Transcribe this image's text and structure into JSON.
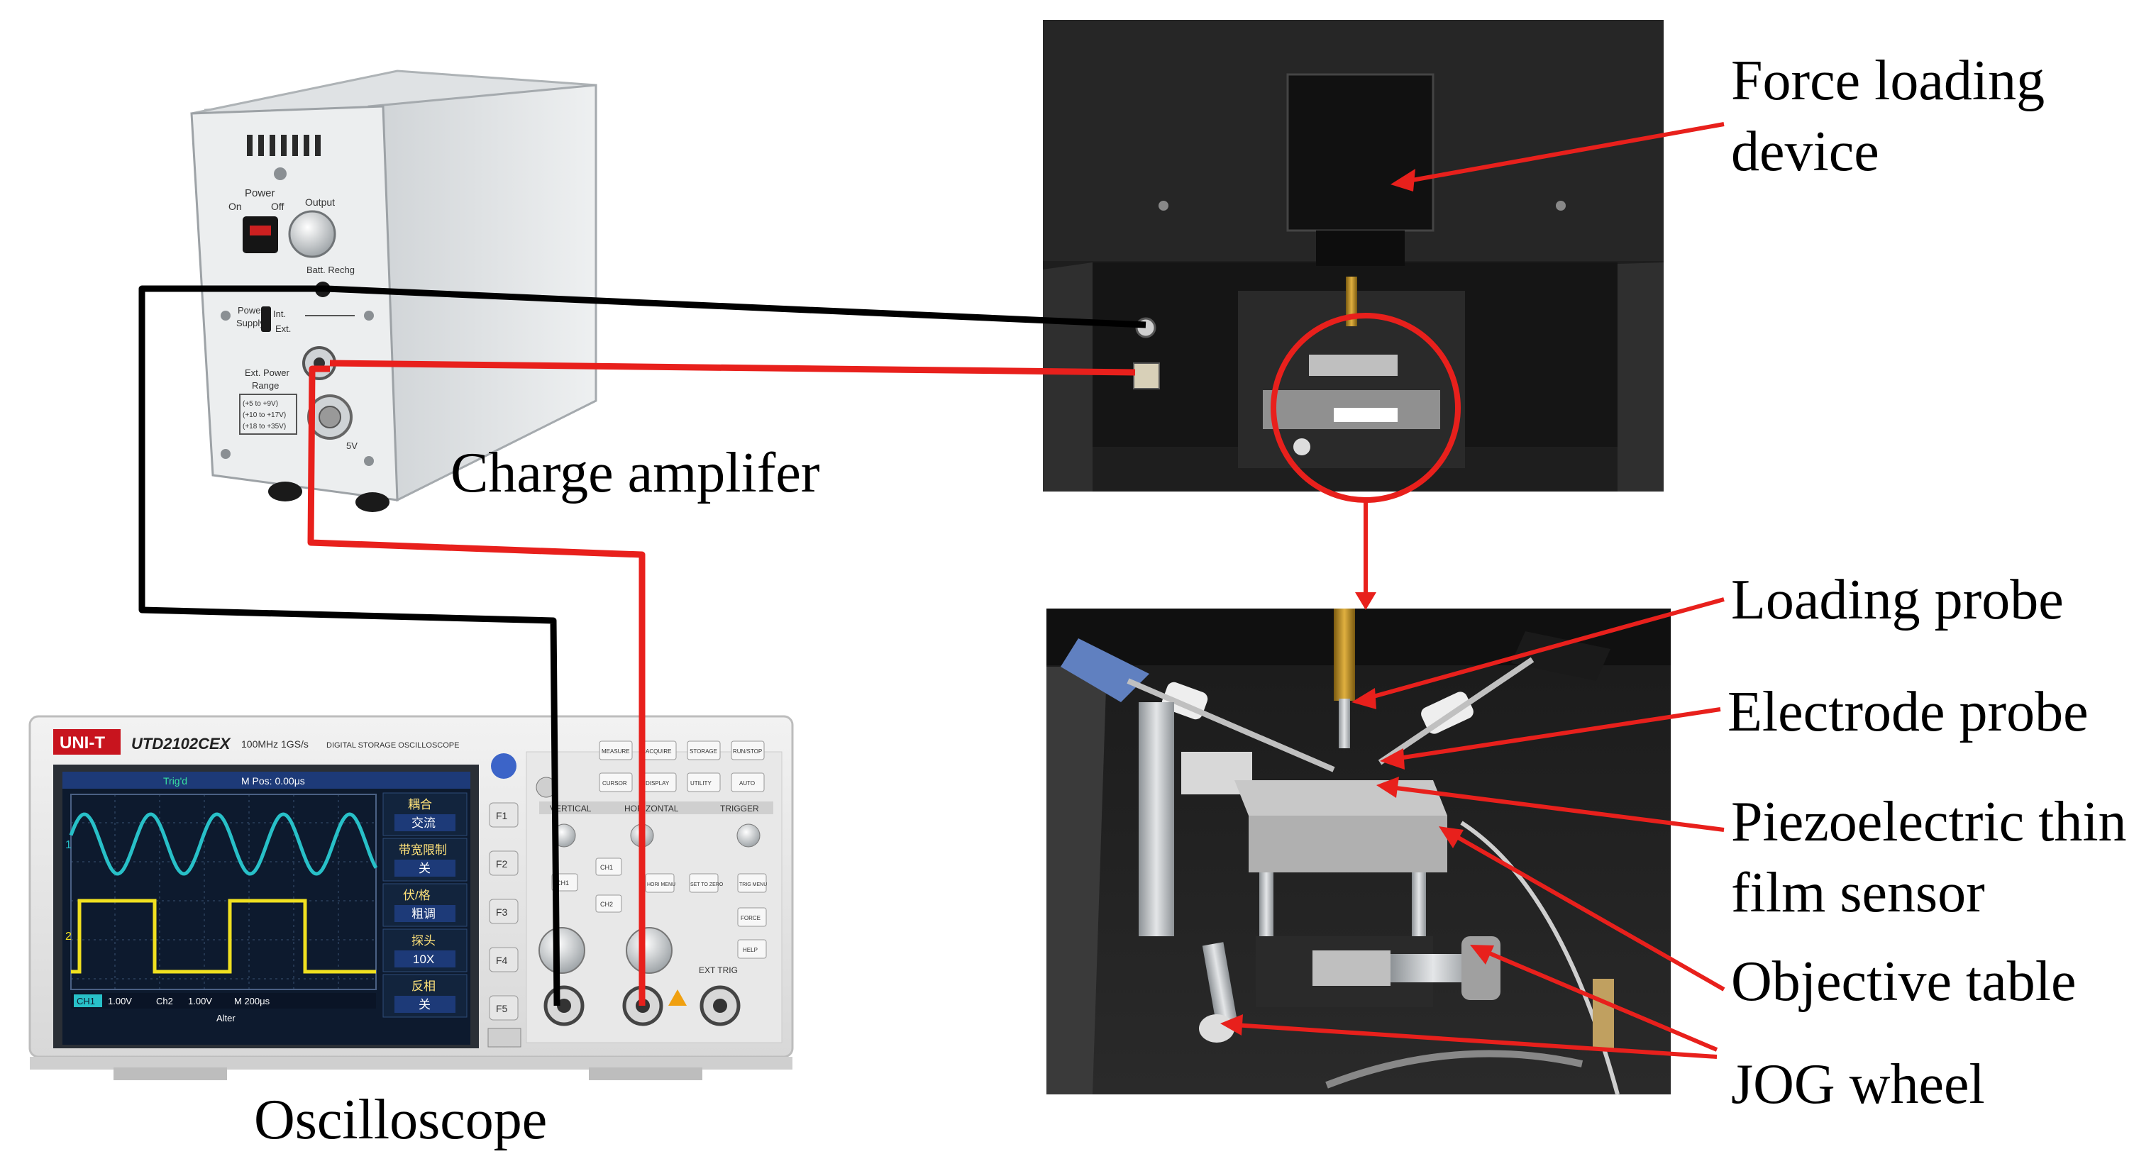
{
  "labels": {
    "charge_amplifier": "Charge amplifer",
    "oscilloscope": "Oscilloscope",
    "force_loading_line1": "Force loading",
    "force_loading_line2": "device",
    "loading_probe": "Loading probe",
    "electrode_probe": "Electrode probe",
    "piezo_line1": "Piezoelectric thin",
    "piezo_line2": "film sensor",
    "objective_table": "Objective table",
    "jog_wheel": "JOG wheel"
  },
  "amplifier_panel": {
    "power": "Power",
    "on": "On",
    "off": "Off",
    "output": "Output",
    "batt_rechg": "Batt. Rechg",
    "supply": "Supply",
    "int": "Int.",
    "ext": "Ext.",
    "ext_power": "Ext. Power",
    "range": "Range",
    "range_rows": [
      "(+5 to +9V)",
      "(+10 to +17V)",
      "(+18 to +35V)"
    ],
    "v5": "5V"
  },
  "oscilloscope_panel": {
    "brand": "UNI-T",
    "model": "UTD2102CEX",
    "spec": "100MHz  1GS/s",
    "type": "DIGITAL STORAGE OSCILLOSCOPE",
    "trig": "Trig'd",
    "mpos": "M Pos: 0.00μs",
    "side_menu": [
      "耦合",
      "交流",
      "带宽限制",
      "关",
      "伏/格",
      "粗调",
      "探头",
      "10X",
      "反相",
      "关"
    ],
    "ch1": "CH1",
    "ch1_scale": "1.00V",
    "ch2": "Ch2",
    "ch2_scale": "1.00V",
    "time": "M  200μs",
    "alter": "Alter",
    "soft_keys": [
      "F1",
      "F2",
      "F3",
      "F4",
      "F5"
    ],
    "sections": [
      "VERTICAL",
      "HORIZONTAL",
      "TRIGGER"
    ],
    "buttons": [
      "MEASURE",
      "ACQUIRE",
      "STORAGE",
      "RUN/STOP",
      "CURSOR",
      "DISPLAY",
      "UTILITY",
      "AUTO",
      "CH1",
      "CH2",
      "HORI MENU",
      "SET TO ZERO",
      "TRIG MENU",
      "FORCE",
      "HELP"
    ],
    "ext_trig": "EXT TRIG"
  },
  "colors": {
    "wire_red": "#e8201c",
    "wire_black": "#000000",
    "trace_ch1": "#28c0c8",
    "trace_ch2": "#f0e020",
    "screen_bg": "#0d1a2e",
    "brand_red": "#c8141e"
  }
}
